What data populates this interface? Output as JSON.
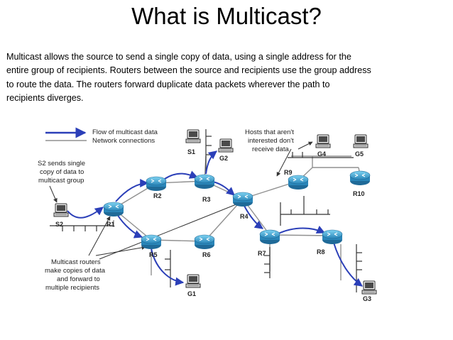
{
  "title": "What is Multicast?",
  "description": [
    "Multicast allows the source to send a single copy of data, using a single address for the",
    "entire group of recipients. Routers between the source and recipients use the group address",
    "to route the data. The routers forward duplicate data packets wherever the path to",
    "recipients diverges."
  ],
  "legend": {
    "flow": "Flow of multicast data",
    "connections": "Network connections"
  },
  "annotations": {
    "s2_line1": "S2 sends single",
    "s2_line2": "copy of data to",
    "s2_line3": "multicast group",
    "hosts_line1": "Hosts that aren't",
    "hosts_line2": "interested don't",
    "hosts_line3": "receive data",
    "mr_line1": "Multicast routers",
    "mr_line2": "make copies of data",
    "mr_line3": "and forward to",
    "mr_line4": "multiple recipients"
  },
  "routers": {
    "r1": "R1",
    "r2": "R2",
    "r3": "R3",
    "r4": "R4",
    "r5": "R5",
    "r6": "R6",
    "r7": "R7",
    "r8": "R8",
    "r9": "R9",
    "r10": "R10"
  },
  "hosts": {
    "s1": "S1",
    "s2": "S2",
    "g1": "G1",
    "g2": "G2",
    "g3": "G3",
    "g4": "G4",
    "g5": "G5"
  },
  "colors": {
    "flow": "#2b3fb8",
    "connection": "#909090",
    "router_light": "#5fc3e8",
    "router_dark": "#1f6a98"
  }
}
